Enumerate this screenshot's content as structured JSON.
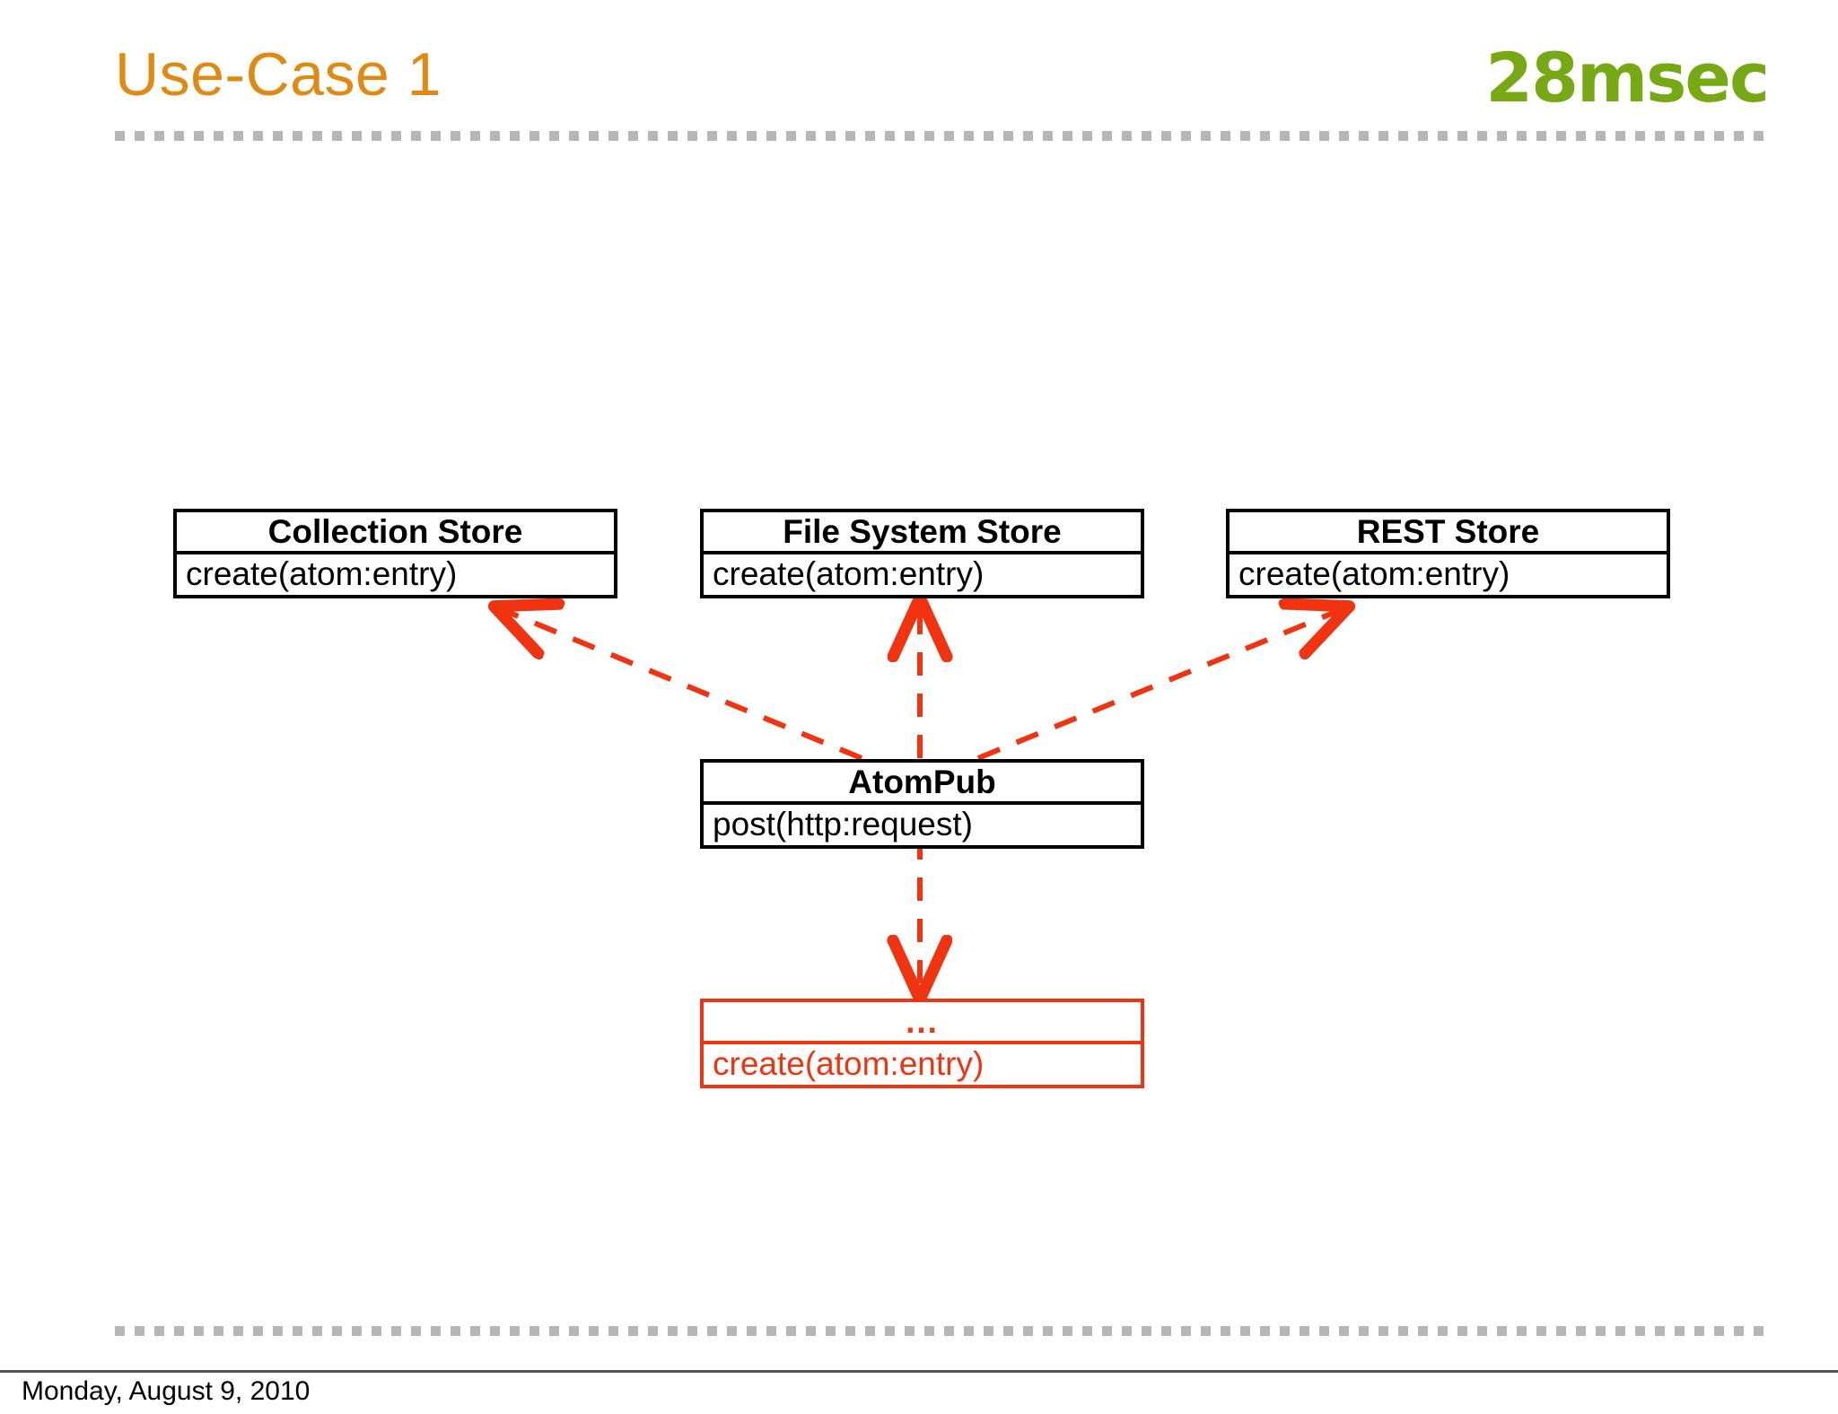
{
  "header": {
    "title": "Use-Case 1",
    "logo": "28msec",
    "title_color": "#e08a14",
    "logo_color": "#76a914",
    "rule_color": "#b6b6b6"
  },
  "diagram": {
    "type": "uml-class-diagram",
    "accent_color": "#f03311",
    "default_color": "#000000",
    "boxes": [
      {
        "id": "collection-store",
        "title": "Collection Store",
        "operation": "create(atom:entry)",
        "color": "#000000"
      },
      {
        "id": "file-system-store",
        "title": "File System Store",
        "operation": "create(atom:entry)",
        "color": "#000000"
      },
      {
        "id": "rest-store",
        "title": "REST Store",
        "operation": "create(atom:entry)",
        "color": "#000000"
      },
      {
        "id": "atompub",
        "title": "AtomPub",
        "operation": "post(http:request)",
        "color": "#000000"
      },
      {
        "id": "ellipsis-store",
        "title": "...",
        "operation": "create(atom:entry)",
        "color": "#f03311"
      }
    ],
    "connectors": [
      {
        "id": "atompub-to-collection-store",
        "from": "atompub",
        "to": "collection-store",
        "style": "dashed",
        "arrow": "open",
        "color": "#f03311"
      },
      {
        "id": "atompub-to-file-system-store",
        "from": "atompub",
        "to": "file-system-store",
        "style": "dashed",
        "arrow": "open",
        "color": "#f03311"
      },
      {
        "id": "atompub-to-rest-store",
        "from": "atompub",
        "to": "rest-store",
        "style": "dashed",
        "arrow": "open",
        "color": "#f03311"
      },
      {
        "id": "atompub-to-ellipsis-store",
        "from": "atompub",
        "to": "ellipsis-store",
        "style": "dashed",
        "arrow": "open",
        "color": "#f03311"
      }
    ]
  },
  "footer": {
    "date": "Monday, August 9, 2010"
  }
}
